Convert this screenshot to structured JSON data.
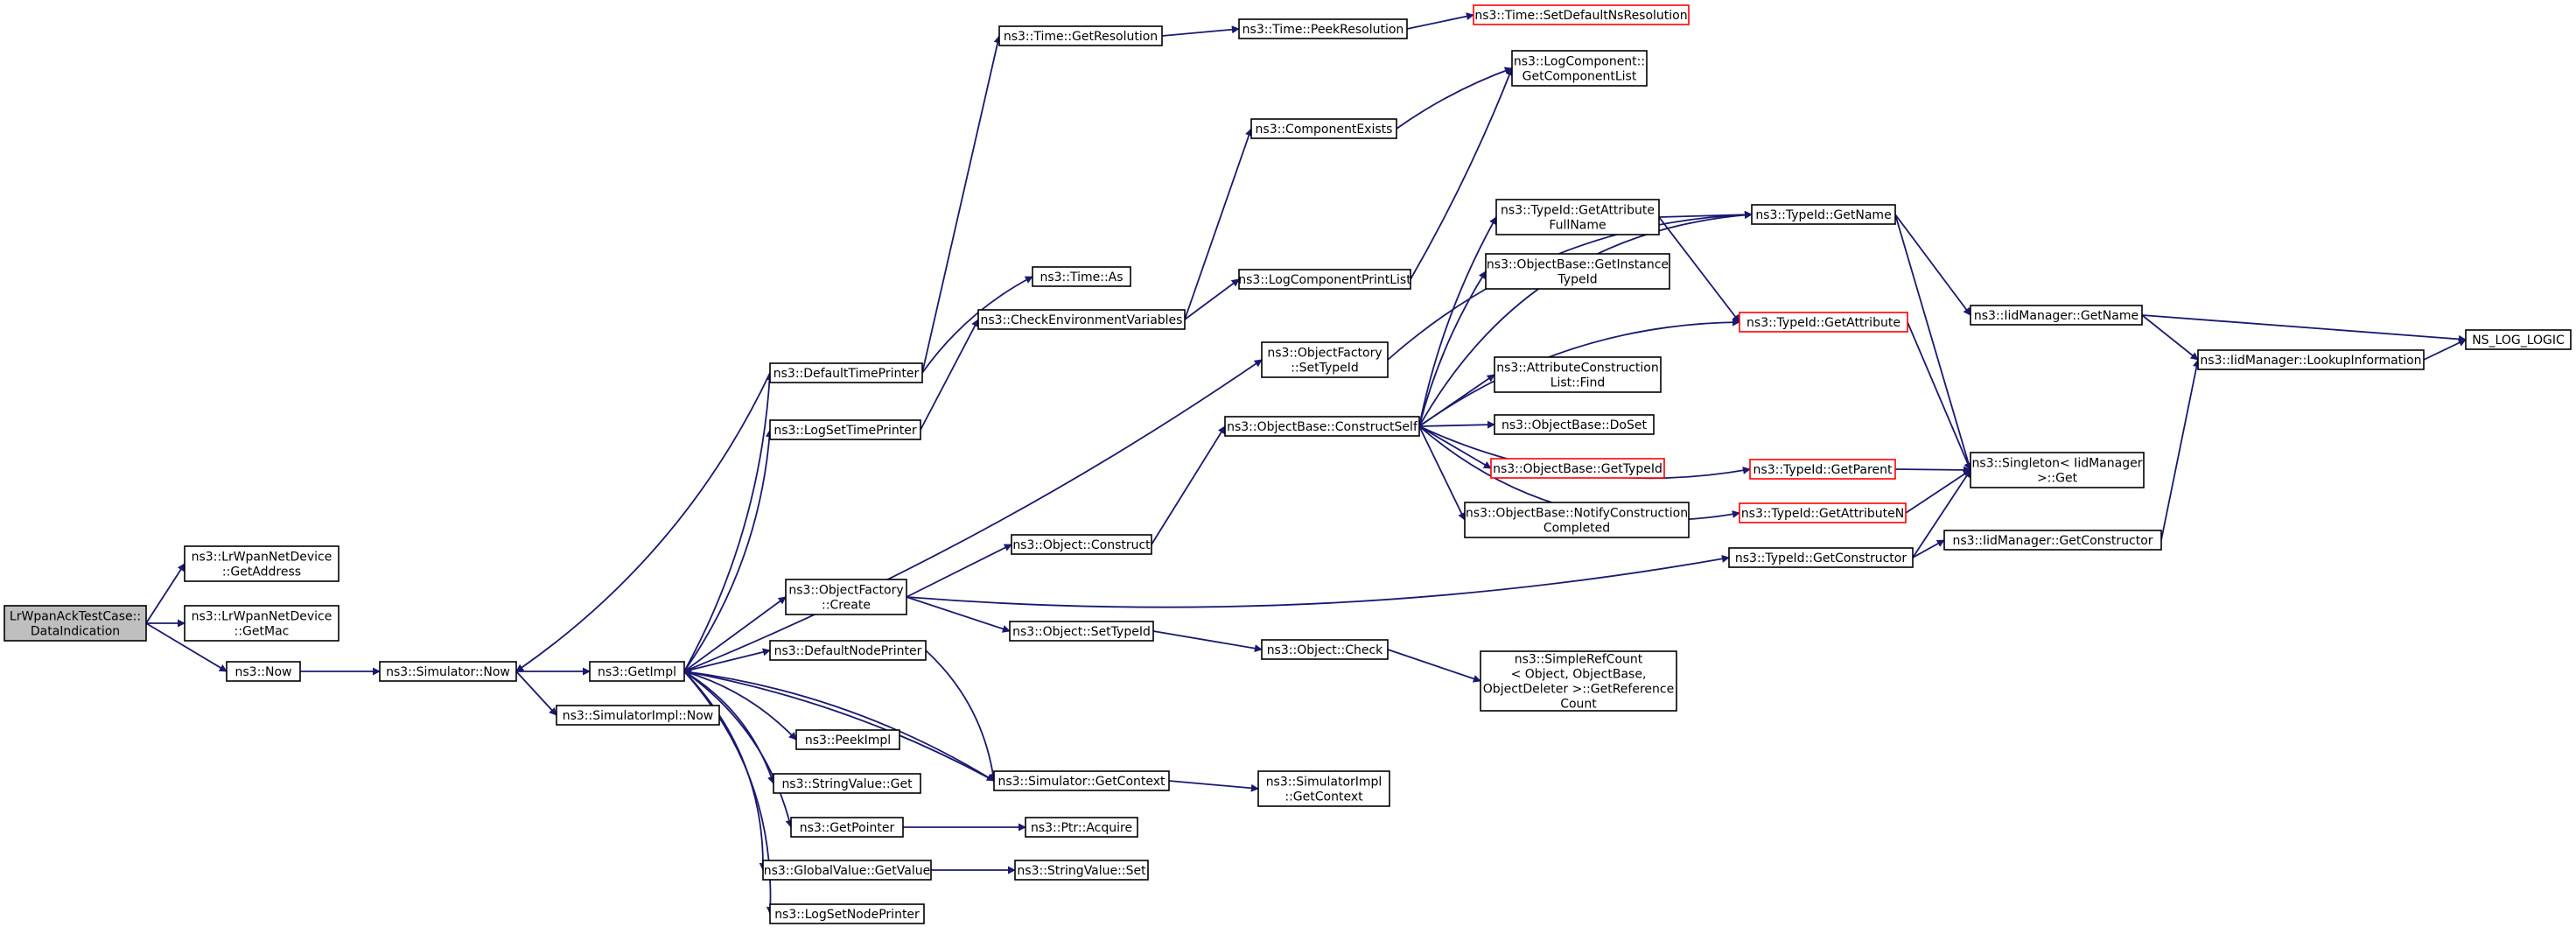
{
  "colors": {
    "edge": "#191970",
    "node_border": "#000000",
    "truncated_border": "#ff0000",
    "root_fill": "#bfbfbf",
    "background": "#ffffff"
  },
  "nodes": [
    {
      "id": "root",
      "lines": [
        "LrWpanAckTestCase::",
        "DataIndication"
      ],
      "kind": "root"
    },
    {
      "id": "getaddress",
      "lines": [
        "ns3::LrWpanNetDevice",
        "::GetAddress"
      ]
    },
    {
      "id": "getmac",
      "lines": [
        "ns3::LrWpanNetDevice",
        "::GetMac"
      ]
    },
    {
      "id": "now",
      "lines": [
        "ns3::Now"
      ]
    },
    {
      "id": "sim_now",
      "lines": [
        "ns3::Simulator::Now"
      ]
    },
    {
      "id": "getimpl",
      "lines": [
        "ns3::GetImpl"
      ]
    },
    {
      "id": "simimpl_now",
      "lines": [
        "ns3::SimulatorImpl::Now"
      ]
    },
    {
      "id": "defaulttimeprinter",
      "lines": [
        "ns3::DefaultTimePrinter"
      ]
    },
    {
      "id": "logsettimeprinter",
      "lines": [
        "ns3::LogSetTimePrinter"
      ]
    },
    {
      "id": "objfactory_create",
      "lines": [
        "ns3::ObjectFactory",
        "::Create"
      ]
    },
    {
      "id": "defaultnodeprinter",
      "lines": [
        "ns3::DefaultNodePrinter"
      ]
    },
    {
      "id": "peekimpl",
      "lines": [
        "ns3::PeekImpl"
      ]
    },
    {
      "id": "stringvalue_get",
      "lines": [
        "ns3::StringValue::Get"
      ]
    },
    {
      "id": "getpointer",
      "lines": [
        "ns3::GetPointer"
      ]
    },
    {
      "id": "globalvalue_getvalue",
      "lines": [
        "ns3::GlobalValue::GetValue"
      ]
    },
    {
      "id": "logsetnodeprinter",
      "lines": [
        "ns3::LogSetNodePrinter"
      ]
    },
    {
      "id": "time_getresolution",
      "lines": [
        "ns3::Time::GetResolution"
      ]
    },
    {
      "id": "time_as",
      "lines": [
        "ns3::Time::As"
      ]
    },
    {
      "id": "checkenvvars",
      "lines": [
        "ns3::CheckEnvironmentVariables"
      ]
    },
    {
      "id": "object_construct",
      "lines": [
        "ns3::Object::Construct"
      ]
    },
    {
      "id": "object_settypeid",
      "lines": [
        "ns3::Object::SetTypeId"
      ]
    },
    {
      "id": "sim_getcontext",
      "lines": [
        "ns3::Simulator::GetContext"
      ]
    },
    {
      "id": "ptr_acquire",
      "lines": [
        "ns3::Ptr::Acquire"
      ]
    },
    {
      "id": "stringvalue_set",
      "lines": [
        "ns3::StringValue::Set"
      ]
    },
    {
      "id": "time_peekresolution",
      "lines": [
        "ns3::Time::PeekResolution"
      ]
    },
    {
      "id": "componentexists",
      "lines": [
        "ns3::ComponentExists"
      ]
    },
    {
      "id": "logcomponentprintlist",
      "lines": [
        "ns3::LogComponentPrintList"
      ]
    },
    {
      "id": "objfactory_settypeid",
      "lines": [
        "ns3::ObjectFactory",
        "::SetTypeId"
      ]
    },
    {
      "id": "objbase_constructself",
      "lines": [
        "ns3::ObjectBase::ConstructSelf"
      ]
    },
    {
      "id": "object_check",
      "lines": [
        "ns3::Object::Check"
      ]
    },
    {
      "id": "simimpl_getcontext",
      "lines": [
        "ns3::SimulatorImpl",
        "::GetContext"
      ]
    },
    {
      "id": "time_setdefaultnsres",
      "lines": [
        "ns3::Time::SetDefaultNsResolution"
      ],
      "kind": "red"
    },
    {
      "id": "logcomponent_getlist",
      "lines": [
        "ns3::LogComponent::",
        "GetComponentList"
      ]
    },
    {
      "id": "typeid_getattrfullname",
      "lines": [
        "ns3::TypeId::GetAttribute",
        "FullName"
      ]
    },
    {
      "id": "objbase_getinstancetypeid",
      "lines": [
        "ns3::ObjectBase::GetInstance",
        "TypeId"
      ]
    },
    {
      "id": "attrconstruction_find",
      "lines": [
        "ns3::AttributeConstruction",
        "List::Find"
      ]
    },
    {
      "id": "objbase_doset",
      "lines": [
        "ns3::ObjectBase::DoSet"
      ]
    },
    {
      "id": "objbase_gettypeid",
      "lines": [
        "ns3::ObjectBase::GetTypeId"
      ],
      "kind": "red"
    },
    {
      "id": "objbase_notifyconstruction",
      "lines": [
        "ns3::ObjectBase::NotifyConstruction",
        "Completed"
      ]
    },
    {
      "id": "simplerefcount",
      "lines": [
        "ns3::SimpleRefCount",
        "< Object, ObjectBase,",
        "ObjectDeleter >::GetReference",
        "Count"
      ]
    },
    {
      "id": "typeid_getname",
      "lines": [
        "ns3::TypeId::GetName"
      ]
    },
    {
      "id": "typeid_getattribute",
      "lines": [
        "ns3::TypeId::GetAttribute"
      ],
      "kind": "red"
    },
    {
      "id": "typeid_getparent",
      "lines": [
        "ns3::TypeId::GetParent"
      ],
      "kind": "red"
    },
    {
      "id": "typeid_getattributen",
      "lines": [
        "ns3::TypeId::GetAttributeN"
      ],
      "kind": "red"
    },
    {
      "id": "typeid_getconstructor",
      "lines": [
        "ns3::TypeId::GetConstructor"
      ]
    },
    {
      "id": "iidmanager_getname",
      "lines": [
        "ns3::IidManager::GetName"
      ]
    },
    {
      "id": "singleton_get",
      "lines": [
        "ns3::Singleton< IidManager",
        ">::Get"
      ]
    },
    {
      "id": "iidmanager_getconstructor",
      "lines": [
        "ns3::IidManager::GetConstructor"
      ]
    },
    {
      "id": "iidmanager_lookupinfo",
      "lines": [
        "ns3::IidManager::LookupInformation"
      ]
    },
    {
      "id": "ns_log_logic",
      "lines": [
        "NS_LOG_LOGIC"
      ]
    }
  ],
  "edges": [
    [
      "root",
      "getaddress"
    ],
    [
      "root",
      "getmac"
    ],
    [
      "root",
      "now"
    ],
    [
      "now",
      "sim_now"
    ],
    [
      "sim_now",
      "getimpl"
    ],
    [
      "sim_now",
      "simimpl_now"
    ],
    [
      "getimpl",
      "defaulttimeprinter"
    ],
    [
      "getimpl",
      "logsettimeprinter"
    ],
    [
      "getimpl",
      "objfactory_create"
    ],
    [
      "getimpl",
      "defaultnodeprinter"
    ],
    [
      "getimpl",
      "peekimpl"
    ],
    [
      "getimpl",
      "stringvalue_get"
    ],
    [
      "getimpl",
      "getpointer"
    ],
    [
      "getimpl",
      "globalvalue_getvalue"
    ],
    [
      "getimpl",
      "logsetnodeprinter"
    ],
    [
      "getimpl",
      "sim_getcontext"
    ],
    [
      "getimpl",
      "objfactory_settypeid"
    ],
    [
      "defaulttimeprinter",
      "sim_now"
    ],
    [
      "defaulttimeprinter",
      "time_getresolution"
    ],
    [
      "defaulttimeprinter",
      "time_as"
    ],
    [
      "logsettimeprinter",
      "checkenvvars"
    ],
    [
      "objfactory_create",
      "object_construct"
    ],
    [
      "objfactory_create",
      "object_settypeid"
    ],
    [
      "objfactory_create",
      "typeid_getconstructor"
    ],
    [
      "defaultnodeprinter",
      "sim_getcontext"
    ],
    [
      "getpointer",
      "ptr_acquire"
    ],
    [
      "globalvalue_getvalue",
      "stringvalue_set"
    ],
    [
      "sim_getcontext",
      "getimpl"
    ],
    [
      "sim_getcontext",
      "simimpl_getcontext"
    ],
    [
      "time_getresolution",
      "time_peekresolution"
    ],
    [
      "time_peekresolution",
      "time_setdefaultnsres"
    ],
    [
      "checkenvvars",
      "componentexists"
    ],
    [
      "checkenvvars",
      "logcomponentprintlist"
    ],
    [
      "componentexists",
      "logcomponent_getlist"
    ],
    [
      "logcomponentprintlist",
      "logcomponent_getlist"
    ],
    [
      "object_construct",
      "objbase_constructself"
    ],
    [
      "object_settypeid",
      "object_check"
    ],
    [
      "object_check",
      "simplerefcount"
    ],
    [
      "objfactory_settypeid",
      "typeid_getname"
    ],
    [
      "objbase_constructself",
      "typeid_getattrfullname"
    ],
    [
      "objbase_constructself",
      "objbase_getinstancetypeid"
    ],
    [
      "objbase_constructself",
      "attrconstruction_find"
    ],
    [
      "objbase_constructself",
      "objbase_doset"
    ],
    [
      "objbase_constructself",
      "objbase_gettypeid"
    ],
    [
      "objbase_constructself",
      "objbase_notifyconstruction"
    ],
    [
      "objbase_constructself",
      "typeid_getattribute"
    ],
    [
      "objbase_constructself",
      "typeid_getname"
    ],
    [
      "objbase_constructself",
      "typeid_getparent"
    ],
    [
      "objbase_constructself",
      "typeid_getattributen"
    ],
    [
      "typeid_getattrfullname",
      "typeid_getname"
    ],
    [
      "typeid_getattrfullname",
      "typeid_getattribute"
    ],
    [
      "typeid_getname",
      "iidmanager_getname"
    ],
    [
      "typeid_getname",
      "singleton_get"
    ],
    [
      "typeid_getattribute",
      "singleton_get"
    ],
    [
      "typeid_getparent",
      "singleton_get"
    ],
    [
      "typeid_getattributen",
      "singleton_get"
    ],
    [
      "typeid_getconstructor",
      "iidmanager_getconstructor"
    ],
    [
      "typeid_getconstructor",
      "singleton_get"
    ],
    [
      "iidmanager_getname",
      "ns_log_logic"
    ],
    [
      "iidmanager_getname",
      "iidmanager_lookupinfo"
    ],
    [
      "iidmanager_getconstructor",
      "iidmanager_lookupinfo"
    ],
    [
      "iidmanager_lookupinfo",
      "ns_log_logic"
    ]
  ]
}
